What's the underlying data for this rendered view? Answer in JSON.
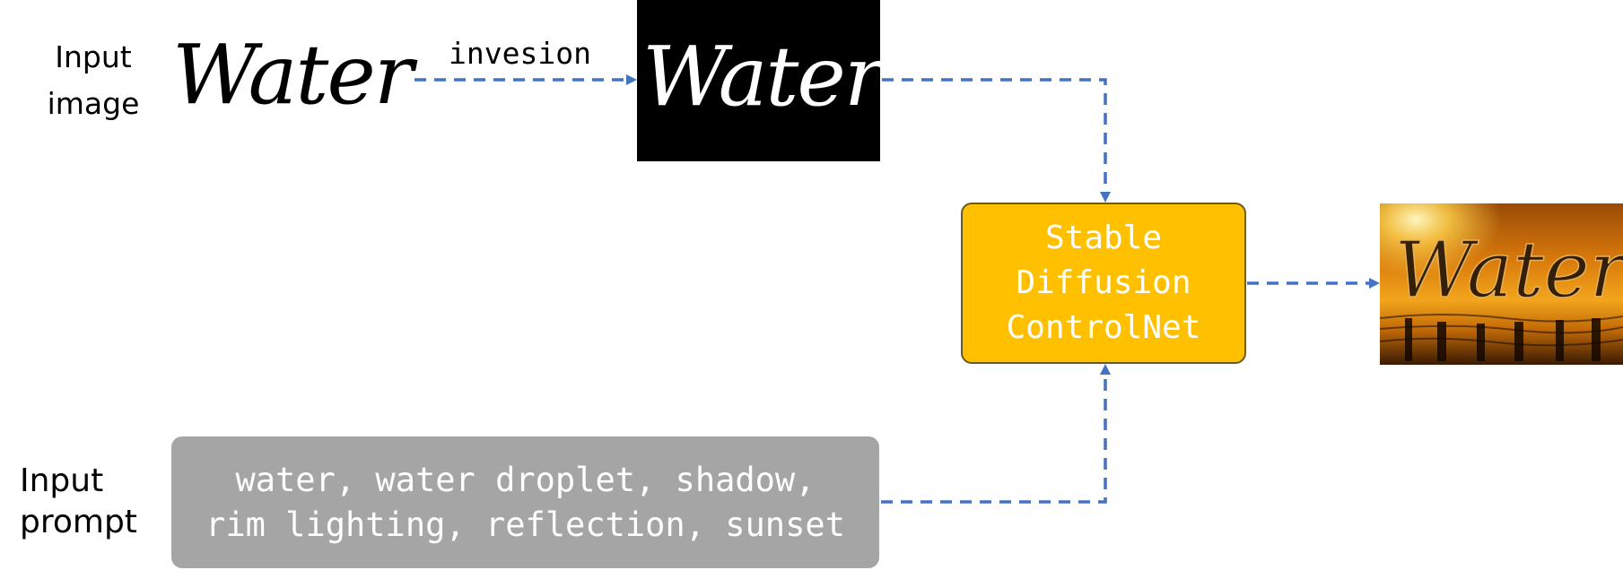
{
  "labels": {
    "input_image": [
      "Input",
      "image"
    ],
    "input_prompt": [
      "Input",
      "prompt"
    ],
    "inversion": "invesion"
  },
  "water_word": "Water",
  "stable_diffusion_node": {
    "lines": [
      "Stable",
      "Diffusion",
      "ControlNet"
    ],
    "fill_color": "#ffc000",
    "text_color": "#ffffff"
  },
  "prompt_node": {
    "lines": [
      "water, water droplet, shadow,",
      "rim lighting, reflection, sunset"
    ],
    "fill_color": "#a5a5a5",
    "text_color": "#ffffff"
  },
  "edge_color": "#4472c4"
}
